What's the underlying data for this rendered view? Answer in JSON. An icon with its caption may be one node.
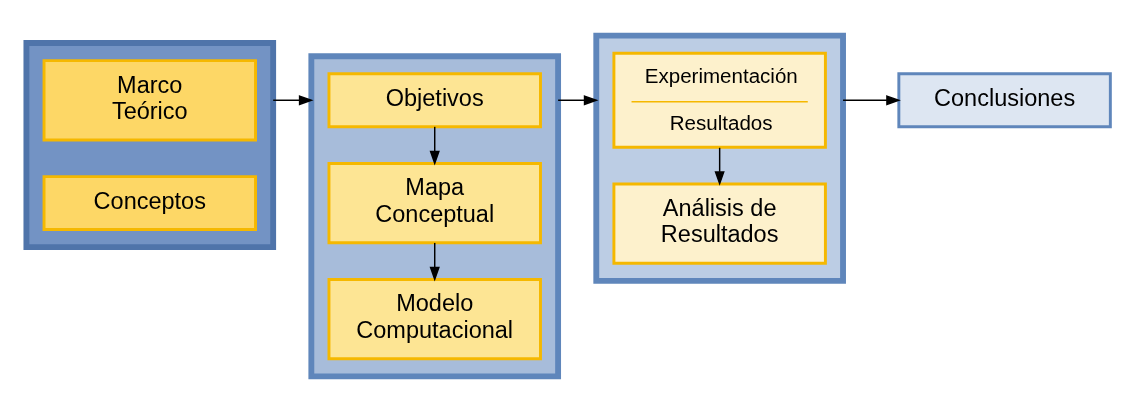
{
  "diagram": {
    "nodes": [
      {
        "text": [],
        "shape": "box"
      },
      {
        "text": [
          "Marco Teórico"
        ],
        "in": 0
      },
      {
        "text": [
          "Conceptos"
        ],
        "in": 0
      },
      {
        "text": [],
        "shape": "box"
      },
      {
        "text": [
          "Objetivos"
        ],
        "in": 3
      },
      {
        "text": [
          "Mapa Conceptual"
        ],
        "in": 3
      },
      {
        "text": [
          "Modelo Computacional"
        ],
        "in": 3
      },
      {
        "text": [],
        "shape": "box"
      },
      {
        "text": [
          "Experimentación",
          "Resultados"
        ],
        "in": 7
      },
      {
        "text": [
          "Análisis de Resultados"
        ],
        "in": 7
      },
      {
        "text": [
          "Conclusiones"
        ]
      }
    ],
    "edges": [
      {
        "from": 0,
        "to": 3,
        "arrow": "to"
      },
      {
        "from": 4,
        "to": 5,
        "arrow": "to"
      },
      {
        "from": 5,
        "to": 6,
        "arrow": "to"
      },
      {
        "from": 3,
        "to": 7,
        "arrow": "to"
      },
      {
        "from": 8,
        "to": 9,
        "arrow": "to"
      },
      {
        "from": 7,
        "to": 10,
        "arrow": "to"
      }
    ]
  }
}
